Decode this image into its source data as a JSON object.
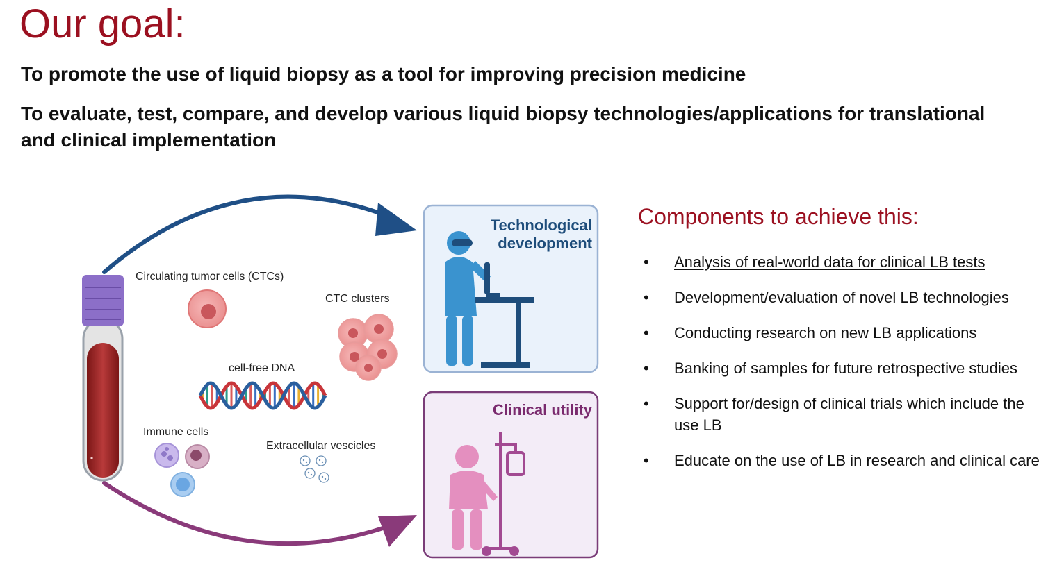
{
  "title": "Our goal:",
  "goals": [
    "To promote the use of liquid biopsy as a tool for improving precision medicine",
    "To evaluate, test, compare, and develop various liquid biopsy technologies/applications for translational and clinical implementation"
  ],
  "diagram": {
    "labels": {
      "ctc": "Circulating tumor cells (CTCs)",
      "ctc_clusters": "CTC clusters",
      "cfdna": "cell-free DNA",
      "immune": "Immune cells",
      "ev": "Extracellular vescicles"
    },
    "tech_box": {
      "line1": "Technological",
      "line2": "development"
    },
    "clinical_box": {
      "label": "Clinical utility"
    },
    "colors": {
      "blood": "#a52a2a",
      "cap": "#8c6fc8",
      "tech_border": "#9bb3d4",
      "tech_fill": "#eaf2fb",
      "tech_text": "#1e4d7b",
      "tech_figure": "#3a93cf",
      "clinical_border": "#7a3c78",
      "clinical_fill": "#f3ecf7",
      "clinical_text": "#7a2a6e",
      "clinical_figure": "#e48fbf",
      "arrow_top": "#1f4f86",
      "arrow_bottom": "#8a3a7a"
    }
  },
  "components": {
    "title": "Components to achieve this:",
    "bullet": "•",
    "items": [
      "Analysis of real-world data for clinical LB tests",
      "Development/evaluation of novel LB technologies",
      "Conducting research on new LB applications",
      "Banking of samples for future retrospective studies",
      "Support for/design of clinical trials which include the use LB",
      "Educate on the use of LB in research and clinical care"
    ]
  }
}
